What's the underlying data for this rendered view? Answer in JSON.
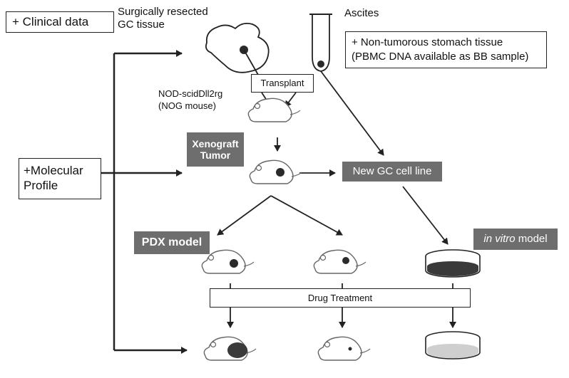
{
  "boxes": {
    "clinical_data": "+ Clinical data",
    "molecular_profile": "+Molecular\nProfile",
    "non_tumorous": "+ Non-tumorous stomach tissue\n(PBMC DNA available as BB sample)",
    "transplant": "Transplant",
    "drug_treatment": "Drug Treatment"
  },
  "labels": {
    "surgically_resected": "Surgically resected\nGC tissue",
    "ascites": "Ascites",
    "nog_mouse": "NOD-scidDll2rg\n(NOG mouse)"
  },
  "dark_labels": {
    "xenograft_tumor": "Xenograft\nTumor",
    "new_gc_cell_line": "New GC cell line",
    "pdx_model": "PDX model",
    "in_vitro_italic": "in vitro",
    "in_vitro_rest": " model"
  },
  "colors": {
    "dark_box": "#6e6e6e",
    "line": "#222222",
    "tumor": "#2a2a2a",
    "dish_bottom": "#3a3a3a",
    "dish_bottom_light": "#cfcfcf"
  }
}
